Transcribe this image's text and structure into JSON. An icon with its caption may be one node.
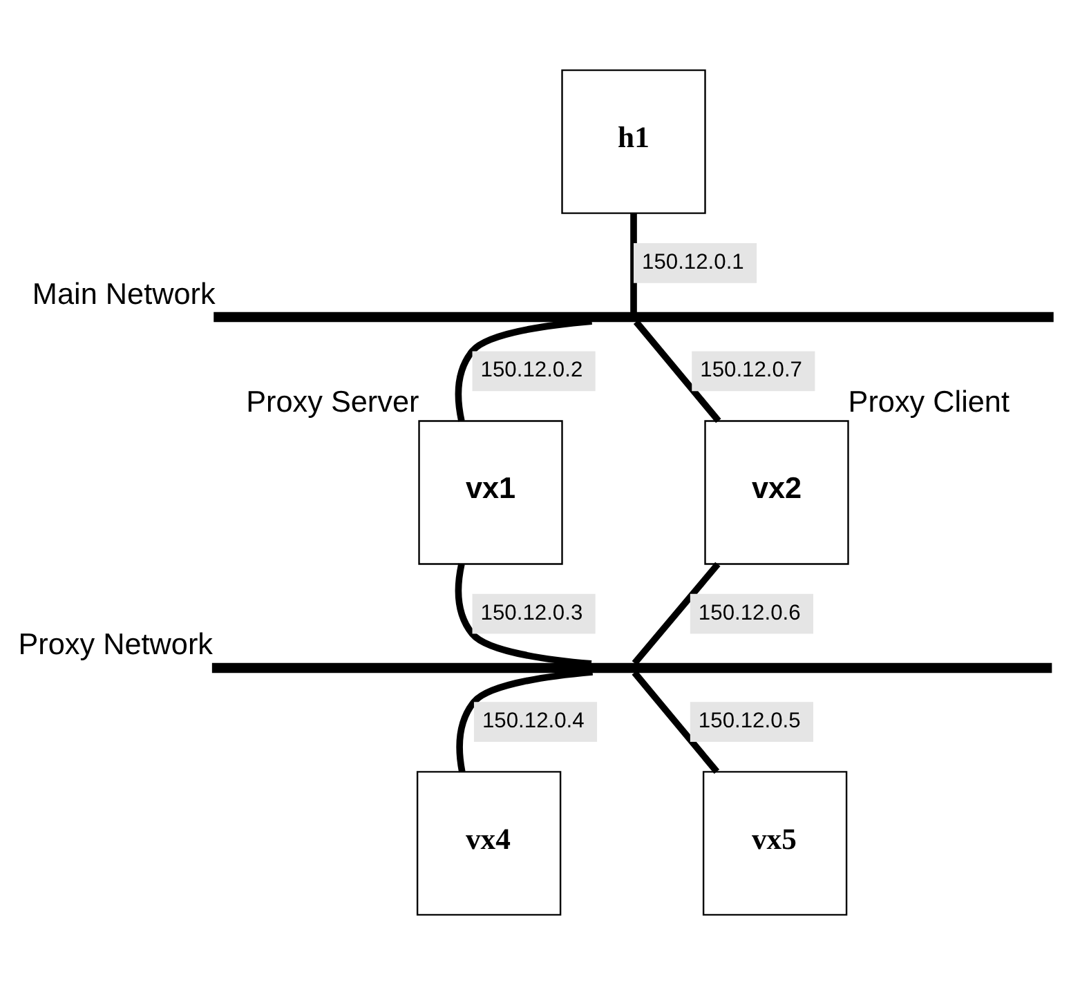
{
  "diagram": {
    "nodes": [
      {
        "text": [
          "h1"
        ]
      },
      {
        "text": [],
        "shape": "bar",
        "beside": [
          "Main Network"
        ]
      },
      {
        "text": [
          "vx1"
        ],
        "beside": [
          "Proxy Server"
        ]
      },
      {
        "text": [
          "vx2"
        ],
        "beside": [
          "Proxy Client"
        ]
      },
      {
        "text": [],
        "shape": "bar",
        "beside": [
          "Proxy Network"
        ]
      },
      {
        "text": [
          "vx4"
        ]
      },
      {
        "text": [
          "vx5"
        ]
      }
    ],
    "edges": [
      {
        "from": 0,
        "to": 1,
        "arrow": "none",
        "label": "150.12.0.1"
      },
      {
        "from": 1,
        "to": 2,
        "arrow": "none",
        "label": "150.12.0.2"
      },
      {
        "from": 1,
        "to": 3,
        "arrow": "none",
        "label": "150.12.0.7"
      },
      {
        "from": 2,
        "to": 4,
        "arrow": "none",
        "label": "150.12.0.3"
      },
      {
        "from": 3,
        "to": 4,
        "arrow": "none",
        "label": "150.12.0.6"
      },
      {
        "from": 4,
        "to": 5,
        "arrow": "none",
        "label": "150.12.0.4"
      },
      {
        "from": 4,
        "to": 6,
        "arrow": "none",
        "label": "150.12.0.5"
      }
    ]
  }
}
